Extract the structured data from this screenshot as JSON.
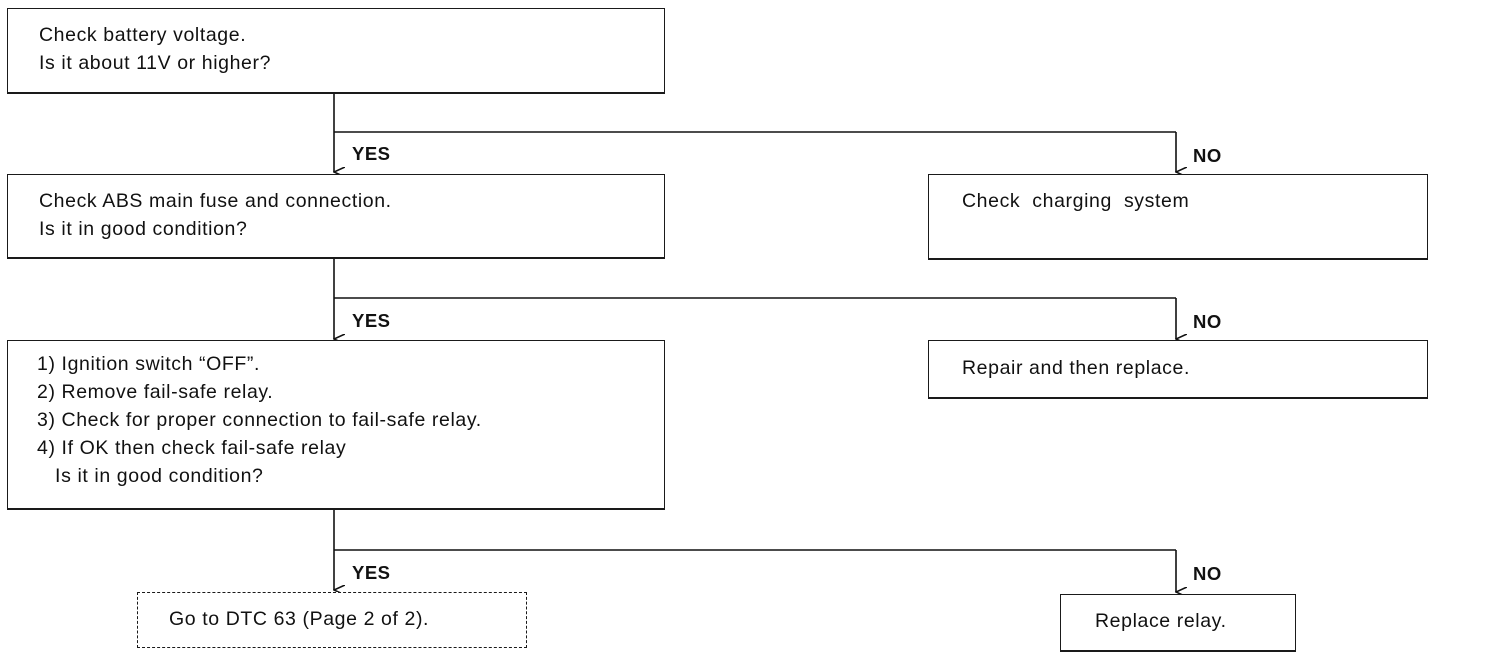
{
  "step1": {
    "lines": [
      "Check battery voltage.",
      "Is it about 11V or higher?"
    ]
  },
  "step2": {
    "lines": [
      "Check ABS main fuse and connection.",
      "Is it in good condition?"
    ]
  },
  "step3": {
    "lines": [
      "1) Ignition switch “OFF”.",
      "2) Remove fail-safe relay.",
      "3) Check for proper connection to fail-safe relay.",
      "4) If OK then check fail-safe relay",
      "   Is it in good condition?"
    ]
  },
  "result_charging": {
    "text": "Check  charging  system"
  },
  "result_repair": {
    "text": "Repair and then replace."
  },
  "result_goto": {
    "text": "Go to DTC 63 (Page 2 of 2)."
  },
  "result_replace": {
    "text": "Replace relay."
  },
  "branch_labels": {
    "yes": "YES",
    "no": "NO"
  }
}
